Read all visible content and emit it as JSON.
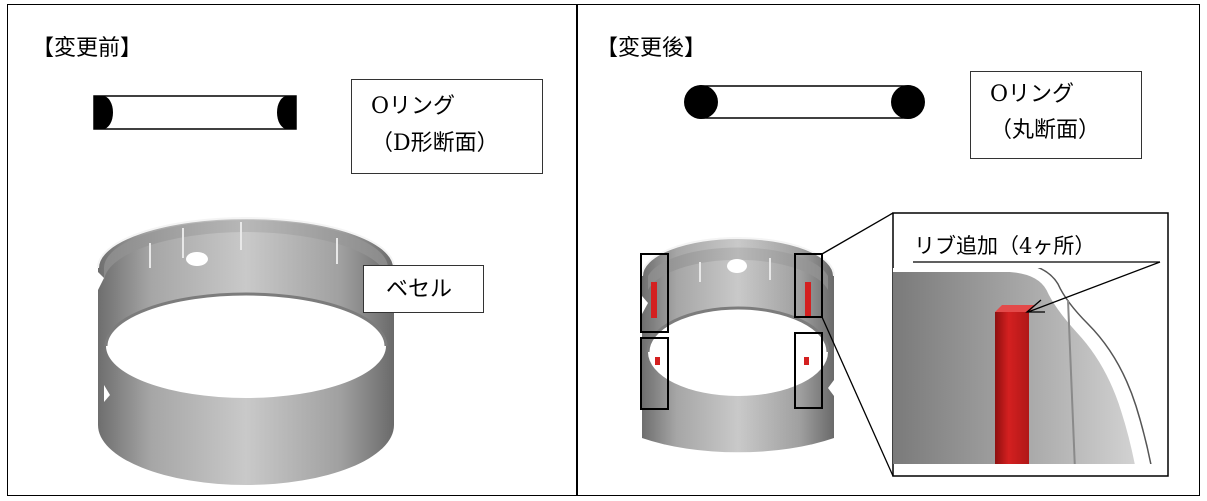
{
  "left_panel": {
    "heading": "【変更前】",
    "oring_label_line1": "Oリング",
    "oring_label_line2": "（D形断面）",
    "bezel_label": "ベセル"
  },
  "right_panel": {
    "heading": "【変更後】",
    "oring_label_line1": "Oリング",
    "oring_label_line2": "（丸断面）",
    "callout": "リブ追加（4ヶ所）"
  },
  "colors": {
    "rib_red": "#d42020",
    "bezel_gray": "#9a9a9a",
    "outline": "#000000"
  }
}
